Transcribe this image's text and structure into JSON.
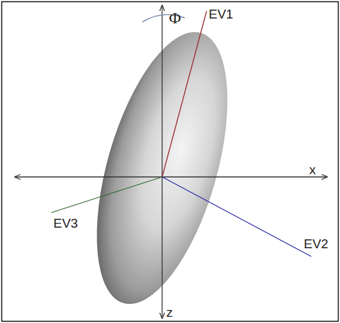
{
  "diagram": {
    "labels": [
      "Φ",
      "EV1",
      "x",
      "EV3",
      "EV2",
      "z"
    ]
  }
}
